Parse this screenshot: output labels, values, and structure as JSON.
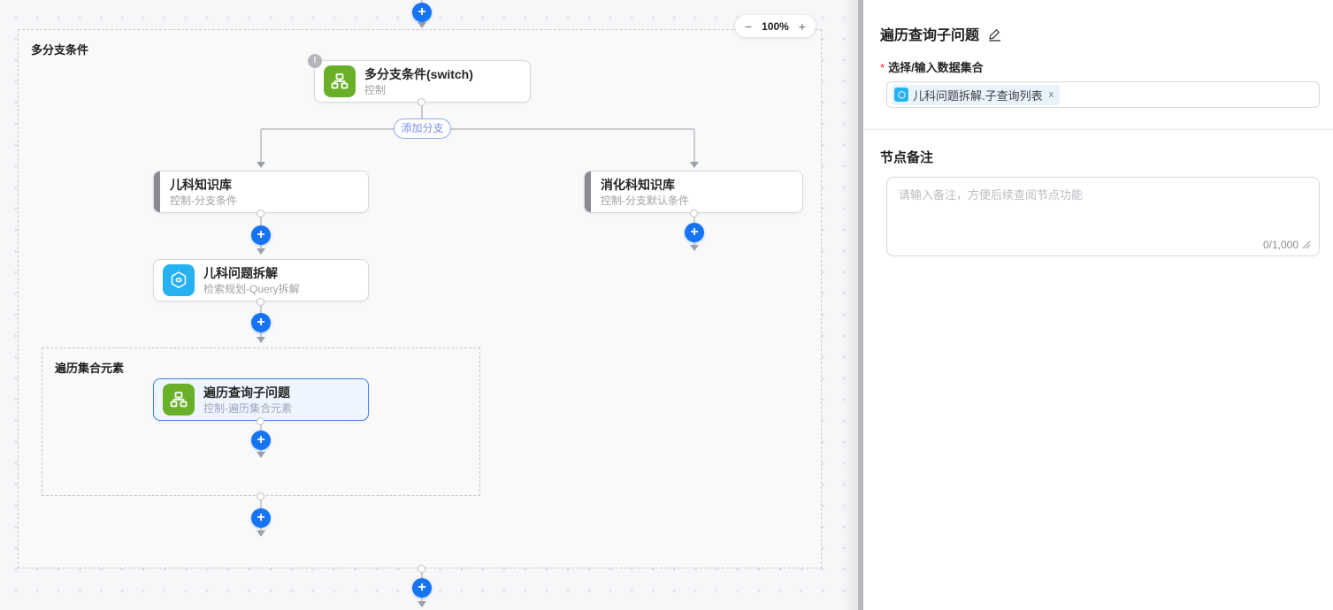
{
  "glyphs": {
    "plus": "+",
    "exclamation": "!"
  },
  "canvas": {
    "zoom_control": {
      "zoom_out": "−",
      "level": "100%",
      "zoom_in": "+"
    },
    "outer_group_label": "多分支条件",
    "inner_group_label": "遍历集合元素",
    "add_branch_label": "添加分支",
    "nodes": {
      "switch": {
        "title": "多分支条件(switch)",
        "subtitle": "控制"
      },
      "branch_left": {
        "title": "儿科知识库",
        "subtitle": "控制-分支条件"
      },
      "branch_right": {
        "title": "消化科知识库",
        "subtitle": "控制-分支默认条件"
      },
      "query_split": {
        "title": "儿科问题拆解",
        "subtitle": "检索规划-Query拆解"
      },
      "loop": {
        "title": "遍历查询子问题",
        "subtitle": "控制-遍历集合元素"
      }
    }
  },
  "panel": {
    "title": "遍历查询子问题",
    "dataset": {
      "required_mark": "*",
      "label": "选择/输入数据集合",
      "tag_text": "儿科问题拆解.子查询列表",
      "tag_close": "x"
    },
    "notes": {
      "heading": "节点备注",
      "placeholder": "请输入备注，方便后续查阅节点功能",
      "counter": "0/1,000"
    }
  },
  "colors": {
    "accent_blue": "#1673f2",
    "selected_border": "#3d7ff7",
    "node_green": "#69b029",
    "node_cyan": "#25b1f2",
    "required_red": "#f5222d"
  }
}
